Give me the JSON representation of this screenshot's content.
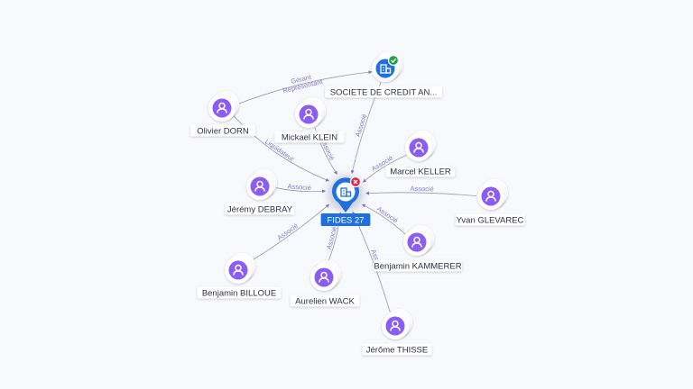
{
  "center": {
    "label": "FIDES 27",
    "icon": "building-icon",
    "badge_icon": "close-icon",
    "color": "#1f6fe0",
    "badge_color": "#e0224e"
  },
  "colors": {
    "person": "#8b5cf6",
    "company": "#1f6fe0",
    "verified_badge": "#21a04a",
    "edge": "#9a9aaa",
    "edge_label": "#8a79d6",
    "background": "#f8f9fc"
  },
  "nodes": [
    {
      "id": "company",
      "type": "company",
      "label": "SOCIETE DE CREDIT AN...",
      "icon": "building-icon",
      "badge_icon": "check-icon"
    },
    {
      "id": "dorn",
      "type": "person",
      "label": "Olivier DORN",
      "icon": "user-icon"
    },
    {
      "id": "klein",
      "type": "person",
      "label": "Mickael KLEIN",
      "icon": "user-icon"
    },
    {
      "id": "keller",
      "type": "person",
      "label": "Marcel KELLER",
      "icon": "user-icon"
    },
    {
      "id": "glevarec",
      "type": "person",
      "label": "Yvan GLEVAREC",
      "icon": "user-icon"
    },
    {
      "id": "kammerer",
      "type": "person",
      "label": "Benjamin KAMMERER",
      "icon": "user-icon"
    },
    {
      "id": "thisse",
      "type": "person",
      "label": "Jérôme THISSE",
      "icon": "user-icon"
    },
    {
      "id": "wack",
      "type": "person",
      "label": "Aurelien WACK",
      "icon": "user-icon"
    },
    {
      "id": "billoue",
      "type": "person",
      "label": "Benjamin BILLOUE",
      "icon": "user-icon"
    },
    {
      "id": "debray",
      "type": "person",
      "label": "Jérémy DEBRAY",
      "icon": "user-icon"
    }
  ],
  "edges": [
    {
      "from": "company",
      "to": "center",
      "label": "Associé"
    },
    {
      "from": "dorn",
      "to": "company",
      "label": "Gérant Représentant"
    },
    {
      "from": "dorn",
      "to": "center",
      "label": "Liquidateur"
    },
    {
      "from": "klein",
      "to": "center",
      "label": "Associé"
    },
    {
      "from": "keller",
      "to": "center",
      "label": "Associé"
    },
    {
      "from": "glevarec",
      "to": "center",
      "label": "Associé"
    },
    {
      "from": "kammerer",
      "to": "center",
      "label": "Associé"
    },
    {
      "from": "thisse",
      "to": "center",
      "label": "Associé"
    },
    {
      "from": "wack",
      "to": "center",
      "label": "Associé"
    },
    {
      "from": "billoue",
      "to": "center",
      "label": "Associé"
    },
    {
      "from": "debray",
      "to": "center",
      "label": "Associé"
    }
  ]
}
